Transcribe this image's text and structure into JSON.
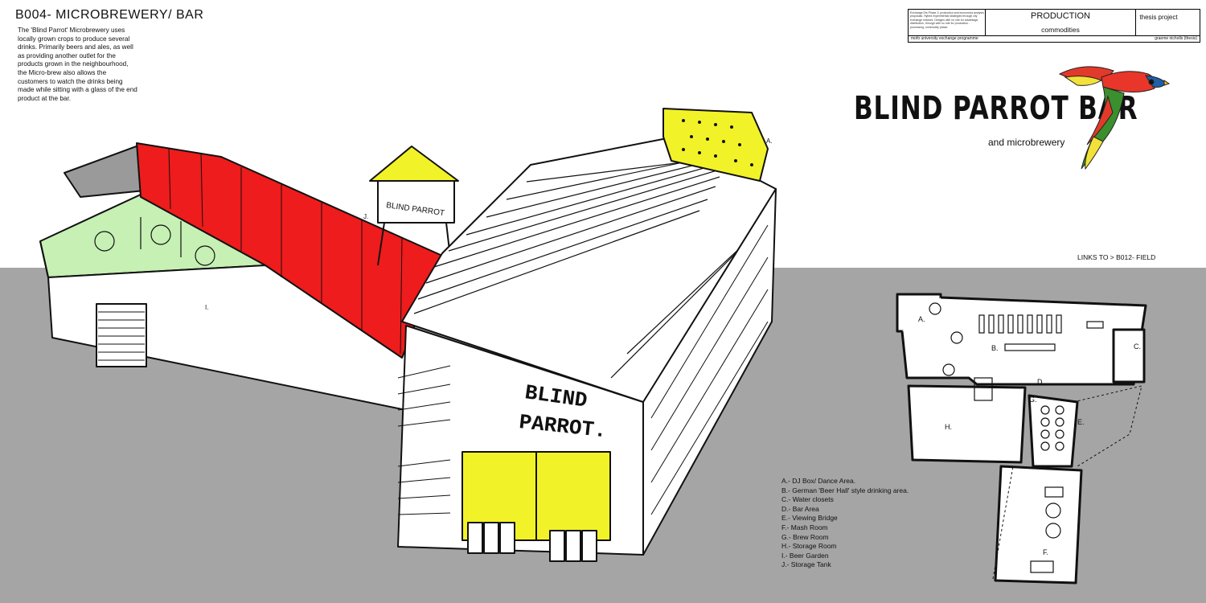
{
  "sheet": {
    "title": "B004-  MICROBREWERY/ BAR",
    "description": "The 'Blind Parrot' Microbrewery uses locally grown crops to produce several drinks. Primarily beers and ales, as well as providing another outlet for the products grown in the neighbourhood, the Micro-brew also allows the customers to watch the drinks being made while sitting with a glass of the end product at the bar.",
    "links": "LINKS TO > B012- FIELD"
  },
  "title_block": {
    "heading": "PRODUCTION",
    "category": "commodities",
    "project": "thesis project",
    "notes": "Exchange Dis Phase 2: production and economics analysis proposals. Hybrid experimental strategies through city exchange network. Designs with no role for advantage, distribution, through with no role for production - processing, commodity phase.",
    "footer_left": "mofo university exchange programme",
    "footer_right": "graeme nicholls (thesis)"
  },
  "brand": {
    "name": "BLIND PARROT BAR",
    "subtitle": "and microbrewery"
  },
  "sketch": {
    "sign_line1": "BLIND",
    "sign_line2": "PARROT.",
    "tank_sign": "BLIND PARROT",
    "label_a": "A.",
    "label_i": "I.",
    "label_j": "J."
  },
  "plan": {
    "labels": [
      "A.",
      "B.",
      "C.",
      "D.",
      "E.",
      "F.",
      "G.",
      "H."
    ]
  },
  "legend": [
    "A.- DJ Box/ Dance Area.",
    "B.- German 'Beer Hall' style drinking area.",
    "C.- Water closets",
    "D.- Bar Area",
    "E.- Viewing Bridge",
    "F.- Mash Room",
    "G.- Brew Room",
    "H.- Storage Room",
    "I.- Beer Garden",
    "J.- Storage Tank"
  ],
  "colors": {
    "ground": "#a5a5a5",
    "roof_red": "#ee1c1c",
    "highlight_yellow": "#f2f228",
    "garden_green": "#c6f0b4"
  }
}
